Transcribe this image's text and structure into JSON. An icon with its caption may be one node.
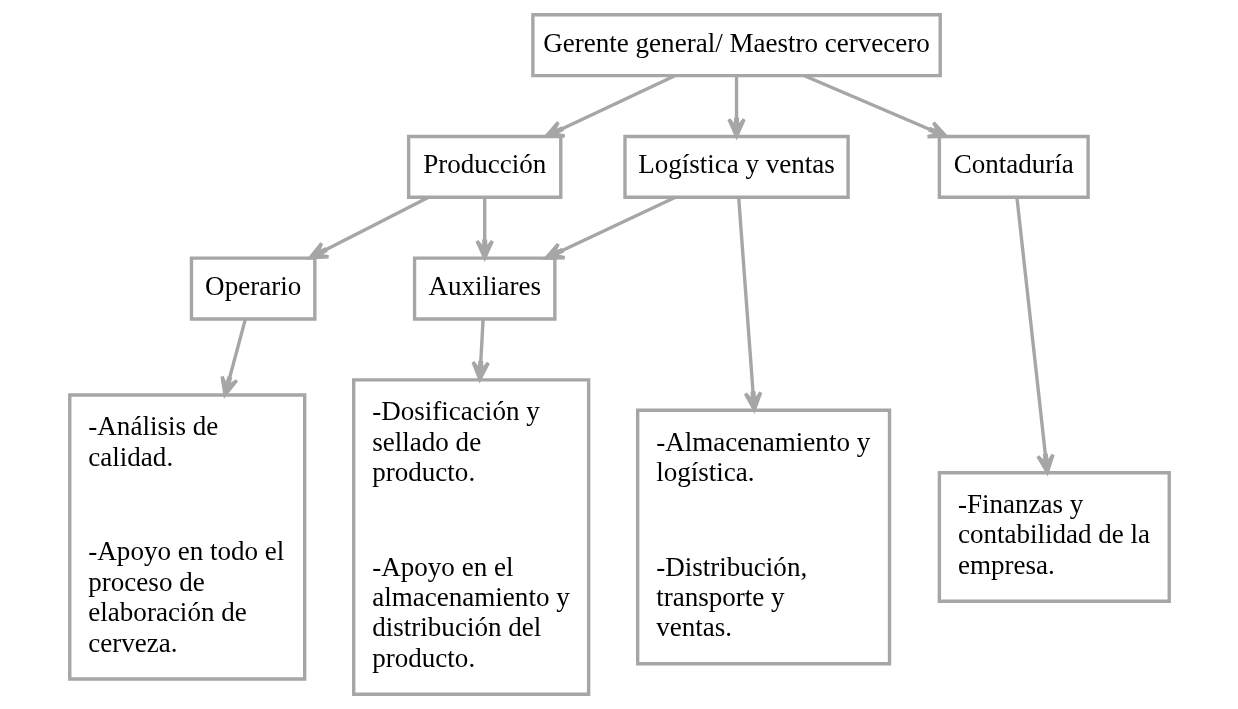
{
  "diagram": {
    "nodes": [
      {
        "text": [
          "Gerente general/ Maestro cervecero"
        ]
      },
      {
        "text": [
          "Producción"
        ]
      },
      {
        "text": [
          "Logística y ventas"
        ]
      },
      {
        "text": [
          "Contaduría"
        ]
      },
      {
        "text": [
          "Operario"
        ]
      },
      {
        "text": [
          "Auxiliares"
        ]
      },
      {
        "text": [
          "-Análisis de calidad.",
          "-Apoyo en todo el proceso de elaboración de cerveza."
        ]
      },
      {
        "text": [
          "-Dosificación y sellado de producto.",
          "-Apoyo en el almacenamiento y distribución del producto."
        ]
      },
      {
        "text": [
          "-Almacenamiento y logística.",
          "-Distribución, transporte y ventas."
        ]
      },
      {
        "text": [
          "-Finanzas y contabilidad de la empresa."
        ]
      }
    ],
    "edges": [
      {
        "from": 0,
        "to": 1,
        "arrow": "to"
      },
      {
        "from": 0,
        "to": 2,
        "arrow": "to"
      },
      {
        "from": 0,
        "to": 3,
        "arrow": "to"
      },
      {
        "from": 1,
        "to": 4,
        "arrow": "to"
      },
      {
        "from": 1,
        "to": 5,
        "arrow": "to"
      },
      {
        "from": 2,
        "to": 5,
        "arrow": "to"
      },
      {
        "from": 2,
        "to": 8,
        "arrow": "to"
      },
      {
        "from": 3,
        "to": 9,
        "arrow": "to"
      },
      {
        "from": 4,
        "to": 6,
        "arrow": "to"
      },
      {
        "from": 5,
        "to": 7,
        "arrow": "to"
      }
    ]
  }
}
